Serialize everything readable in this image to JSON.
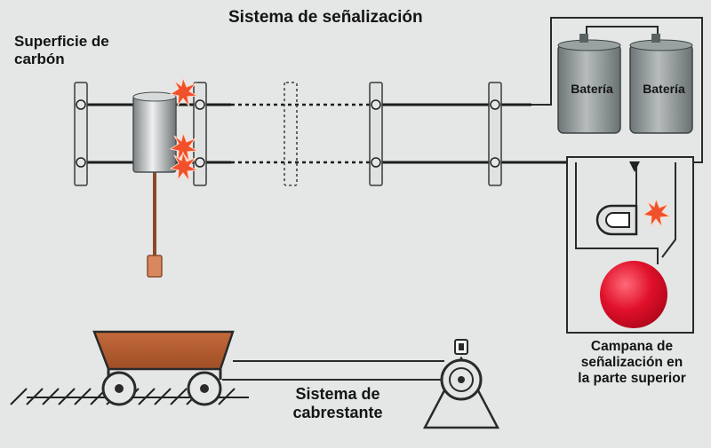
{
  "title": "Sistema de señalización",
  "labels": {
    "coal_surface": [
      "Superficie de",
      "carbón"
    ],
    "winch_system": [
      "Sistema de",
      "cabrestante"
    ],
    "bell": [
      "Campana de",
      "señalización en",
      "la parte superior"
    ]
  },
  "batteries": [
    "Batería",
    "Batería"
  ],
  "colors": {
    "background": "#e4e7e6",
    "wire": "#1d1d1d",
    "cart": "#b45a2e",
    "bell": "#e0102a",
    "spark": "#f0502a",
    "battery": "#8f9696"
  },
  "icons": [
    "spark-icon",
    "battery-icon",
    "bell-icon",
    "cart-icon",
    "winch-pulley-icon",
    "electromagnet-icon"
  ]
}
